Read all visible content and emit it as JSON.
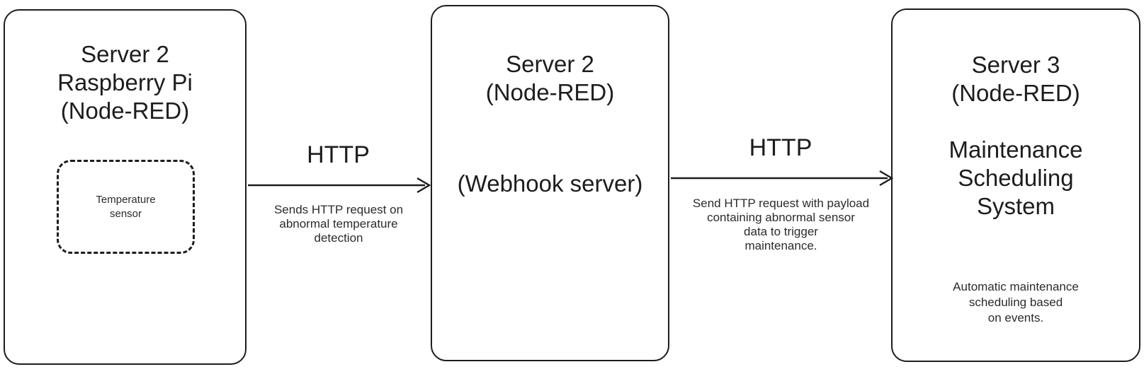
{
  "diagram": {
    "type": "flow-diagram",
    "background_color": "#ffffff",
    "stroke_color": "#1d1d1d"
  },
  "nodes": [
    {
      "id": "server2-pi",
      "title": "Server 2\nRaspberry Pi\n(Node-RED)",
      "inner": {
        "id": "temperature-sensor",
        "label": "Temperature\nsensor",
        "border_style": "dashed"
      }
    },
    {
      "id": "server2-webhook",
      "title": "Server 2\n(Node-RED)",
      "subtitle": "(Webhook server)"
    },
    {
      "id": "server3-maintenance",
      "title": "Server 3\n(Node-RED)",
      "subtitle": "Maintenance\nScheduling\nSystem",
      "note": "Automatic maintenance\nscheduling based\non events."
    }
  ],
  "edges": [
    {
      "id": "edge-pi-to-webhook",
      "label": "HTTP",
      "caption": "Sends HTTP request on\nabnormal temperature\ndetection",
      "from": "server2-pi",
      "to": "server2-webhook",
      "direction": "right"
    },
    {
      "id": "edge-webhook-to-maintenance",
      "label": "HTTP",
      "caption": "Send HTTP request with payload\ncontaining abnormal sensor\ndata to trigger\nmaintenance.",
      "from": "server2-webhook",
      "to": "server3-maintenance",
      "direction": "right"
    }
  ]
}
